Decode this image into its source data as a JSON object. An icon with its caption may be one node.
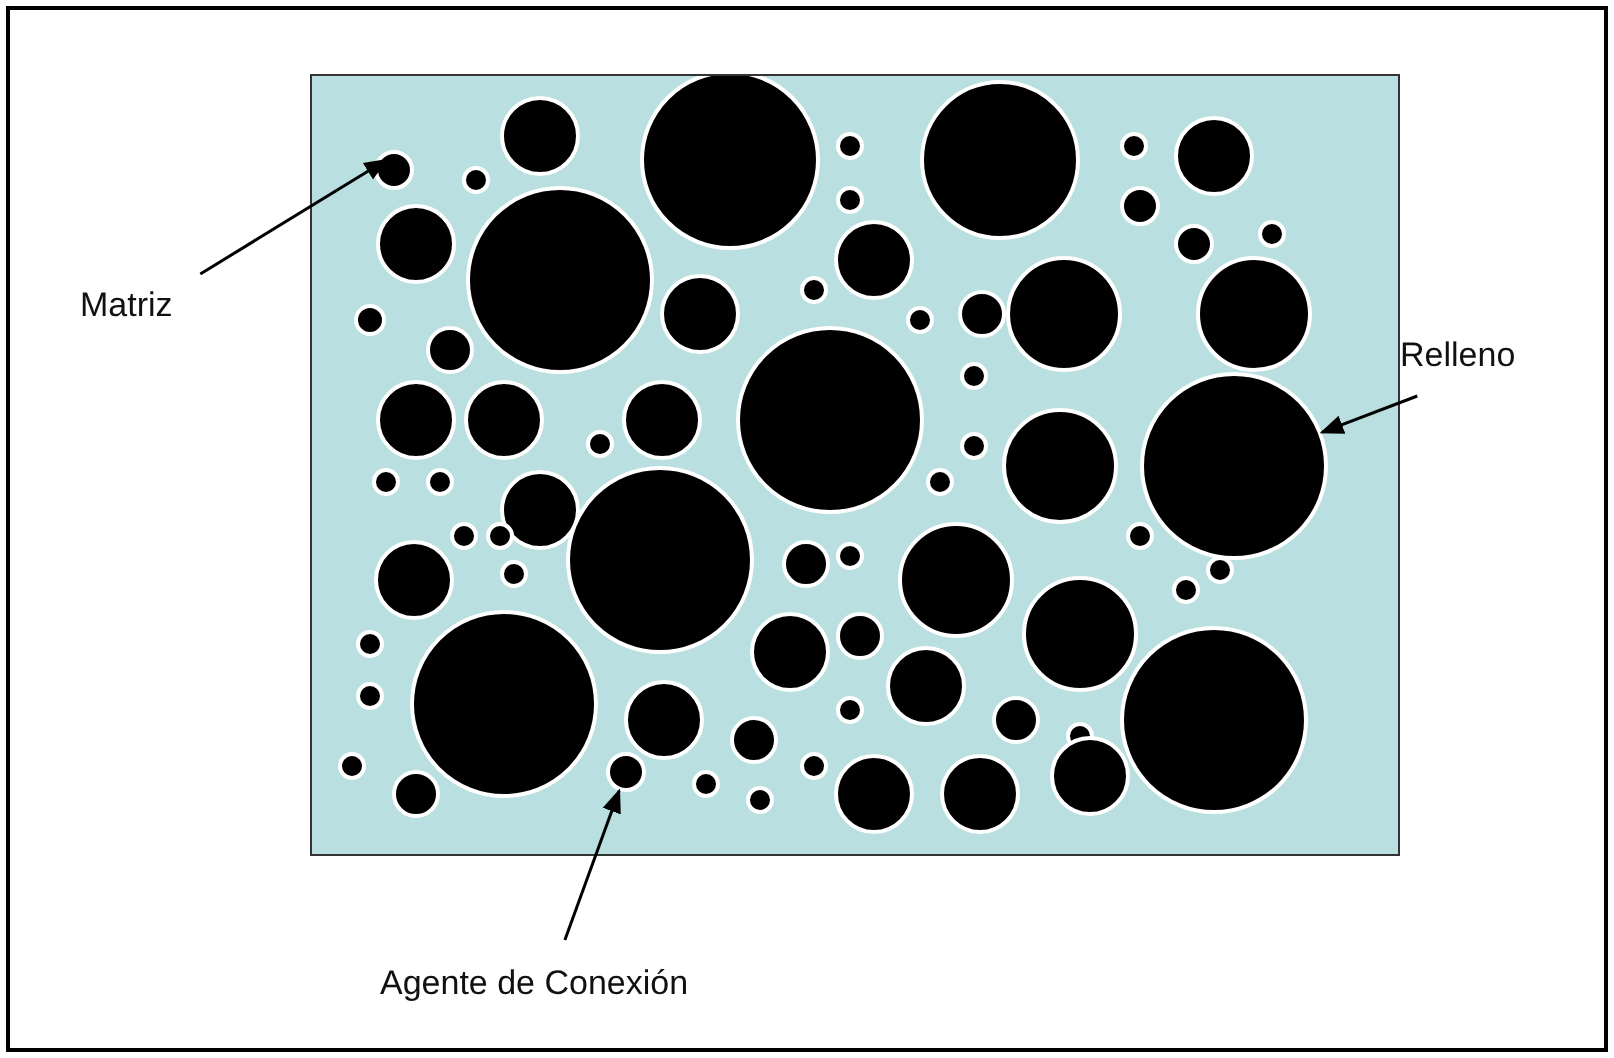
{
  "diagram": {
    "nodes": [
      {
        "text": [
          "Matriz"
        ]
      },
      {
        "text": [],
        "shape": "box"
      },
      {
        "text": [
          "Relleno"
        ]
      },
      {
        "text": [],
        "shape": "circle",
        "in": 1
      },
      {
        "text": [
          "Agente de Conexión"
        ]
      },
      {
        "text": [],
        "shape": "circle",
        "in": 1
      }
    ],
    "edges": [
      {
        "from": 0,
        "to": 1,
        "arrow": "to"
      },
      {
        "from": 2,
        "to": 3,
        "arrow": "to"
      },
      {
        "from": 4,
        "to": 5,
        "arrow": "to"
      }
    ]
  }
}
